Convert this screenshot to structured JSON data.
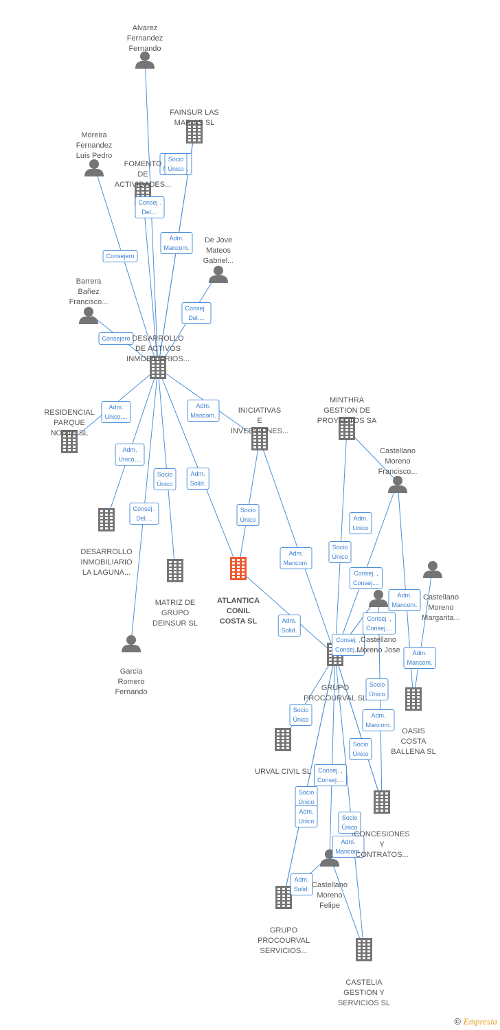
{
  "colors": {
    "edge": "#4a90d9",
    "icon": "#757575",
    "highlight": "#ef5a32",
    "label": "#555555"
  },
  "nodes": [
    {
      "id": "alvarez",
      "type": "person",
      "label": "Alvarez\nFernandez\nFernando"
    },
    {
      "id": "fainsur",
      "type": "company",
      "label": "FAINSUR LAS\nMARIAS  SL"
    },
    {
      "id": "moreira",
      "type": "person",
      "label": "Moreira\nFernandez\nLuis Pedro"
    },
    {
      "id": "fomento",
      "type": "company",
      "label": "FOMENTO\nDE\nACTIVIDADES..."
    },
    {
      "id": "dejove",
      "type": "person",
      "label": "De Jove\nMateos\nGabriel..."
    },
    {
      "id": "barrera",
      "type": "person",
      "label": "Barrera\nBañez\nFrancisco..."
    },
    {
      "id": "desarrollo",
      "type": "company",
      "label": "DESARROLLO\nDE ACTIVOS\nINMOBILIARIOS..."
    },
    {
      "id": "residencial",
      "type": "company",
      "label": "RESIDENCIAL\nPARQUE\nNORTE  SL"
    },
    {
      "id": "iniciativas",
      "type": "company",
      "label": "INICIATIVAS\nE\nINVERSIONES..."
    },
    {
      "id": "minthra",
      "type": "company",
      "label": "MINTHRA\nGESTION DE\nPROYECTOS SA"
    },
    {
      "id": "cast_francisco",
      "type": "person",
      "label": "Castellano\nMoreno\nFrancisco..."
    },
    {
      "id": "desarrollo_laguna",
      "type": "company",
      "label": "DESARROLLO\nINMOBILIARIO\nLA LAGUNA..."
    },
    {
      "id": "matriz",
      "type": "company",
      "label": "MATRIZ DE\nGRUPO\nDEINSUR  SL"
    },
    {
      "id": "atlantica",
      "type": "company",
      "label": "ATLANTICA\nCONIL\nCOSTA  SL",
      "highlight": true
    },
    {
      "id": "cast_margarita",
      "type": "person",
      "label": "Castellano\nMoreno\nMargarita..."
    },
    {
      "id": "cast_jose",
      "type": "person",
      "label": "Castellano\nMoreno Jose"
    },
    {
      "id": "garcia",
      "type": "person",
      "label": "Garcia\nRomero\nFernando"
    },
    {
      "id": "procourval",
      "type": "company",
      "label": "GRUPO\nPROCOURVAL SL"
    },
    {
      "id": "oasis",
      "type": "company",
      "label": "OASIS\nCOSTA\nBALLENA SL"
    },
    {
      "id": "urval",
      "type": "company",
      "label": "URVAL CIVIL SL"
    },
    {
      "id": "concesiones",
      "type": "company",
      "label": "CONCESIONES\nY\nCONTRATOS..."
    },
    {
      "id": "cast_felipe",
      "type": "person",
      "label": "Castellano\nMoreno\nFelipe"
    },
    {
      "id": "procourval_serv",
      "type": "company",
      "label": "GRUPO\nPROCOURVAL\nSERVICIOS..."
    },
    {
      "id": "castelia",
      "type": "company",
      "label": "CASTELIA\nGESTION Y\nSERVICIOS  SL"
    }
  ],
  "edges": [
    {
      "from": "alvarez",
      "to": "desarrollo",
      "label": "Adm.\nMancom."
    },
    {
      "from": "fainsur",
      "to": "desarrollo",
      "label": "Adm.\nMancom."
    },
    {
      "from": "desarrollo",
      "to": "fainsur",
      "label": "Socio\nÚnico"
    },
    {
      "from": "fomento",
      "to": "desarrollo",
      "label": "Consej .\nDel...."
    },
    {
      "from": "moreira",
      "to": "desarrollo",
      "label": "Consejero"
    },
    {
      "from": "dejove",
      "to": "desarrollo",
      "label": "Consej .\nDel...."
    },
    {
      "from": "barrera",
      "to": "desarrollo",
      "label": "Consejero"
    },
    {
      "from": "desarrollo",
      "to": "residencial",
      "label": "Adm.\nUnico,..."
    },
    {
      "from": "desarrollo",
      "to": "iniciativas",
      "label": "Adm.\nMancom."
    },
    {
      "from": "desarrollo",
      "to": "desarrollo_laguna",
      "label": "Adm.\nUnico,..."
    },
    {
      "from": "matriz",
      "to": "desarrollo",
      "label": "Socio\nÚnico"
    },
    {
      "from": "desarrollo",
      "to": "atlantica",
      "label": "Adm.\nSolid."
    },
    {
      "from": "garcia",
      "to": "desarrollo",
      "label": "Consej .\nDel...."
    },
    {
      "from": "iniciativas",
      "to": "atlantica",
      "label": "Socio\nÚnico"
    },
    {
      "from": "procourval",
      "to": "iniciativas",
      "label": "Adm.\nMancom."
    },
    {
      "from": "procourval",
      "to": "atlantica",
      "label": "Adm.\nSolid."
    },
    {
      "from": "procourval",
      "to": "minthra",
      "label": "Socio\nÚnico"
    },
    {
      "from": "cast_francisco",
      "to": "minthra",
      "label": "Adm.\nUnico"
    },
    {
      "from": "cast_francisco",
      "to": "procourval",
      "label": "Consej. ,\nConsej...."
    },
    {
      "from": "cast_francisco",
      "to": "oasis",
      "label": "Adm.\nMancom."
    },
    {
      "from": "cast_margarita",
      "to": "oasis",
      "label": "Adm.\nMancom."
    },
    {
      "from": "cast_jose",
      "to": "procourval",
      "label": "Consej. ,\nConsej...."
    },
    {
      "from": "cast_jose",
      "to": "procourval",
      "label": "Consej. ,\nConsej...."
    },
    {
      "from": "cast_jose",
      "to": "concesiones",
      "label": "Socio\nÚnico"
    },
    {
      "from": "procourval",
      "to": "concesiones",
      "label": "Adm.\nMancom."
    },
    {
      "from": "procourval",
      "to": "urval",
      "label": "Socio\nÚnico"
    },
    {
      "from": "procourval",
      "to": "concesiones",
      "label": "Socio\nÚnico"
    },
    {
      "from": "cast_felipe",
      "to": "procourval",
      "label": "Consej. ,\nConsej...."
    },
    {
      "from": "procourval",
      "to": "procourval_serv",
      "label": "Socio\nÚnico"
    },
    {
      "from": "procourval",
      "to": "procourval_serv",
      "label": "Adm.\nUnico"
    },
    {
      "from": "procourval",
      "to": "castelia",
      "label": "Socio\nÚnico"
    },
    {
      "from": "cast_felipe",
      "to": "castelia",
      "label": "Adm.\nMancom."
    },
    {
      "from": "cast_felipe",
      "to": "procourval_serv",
      "label": "Adm.\nSolid."
    }
  ],
  "footer": {
    "copyright": "©",
    "brand": "Empresia"
  }
}
